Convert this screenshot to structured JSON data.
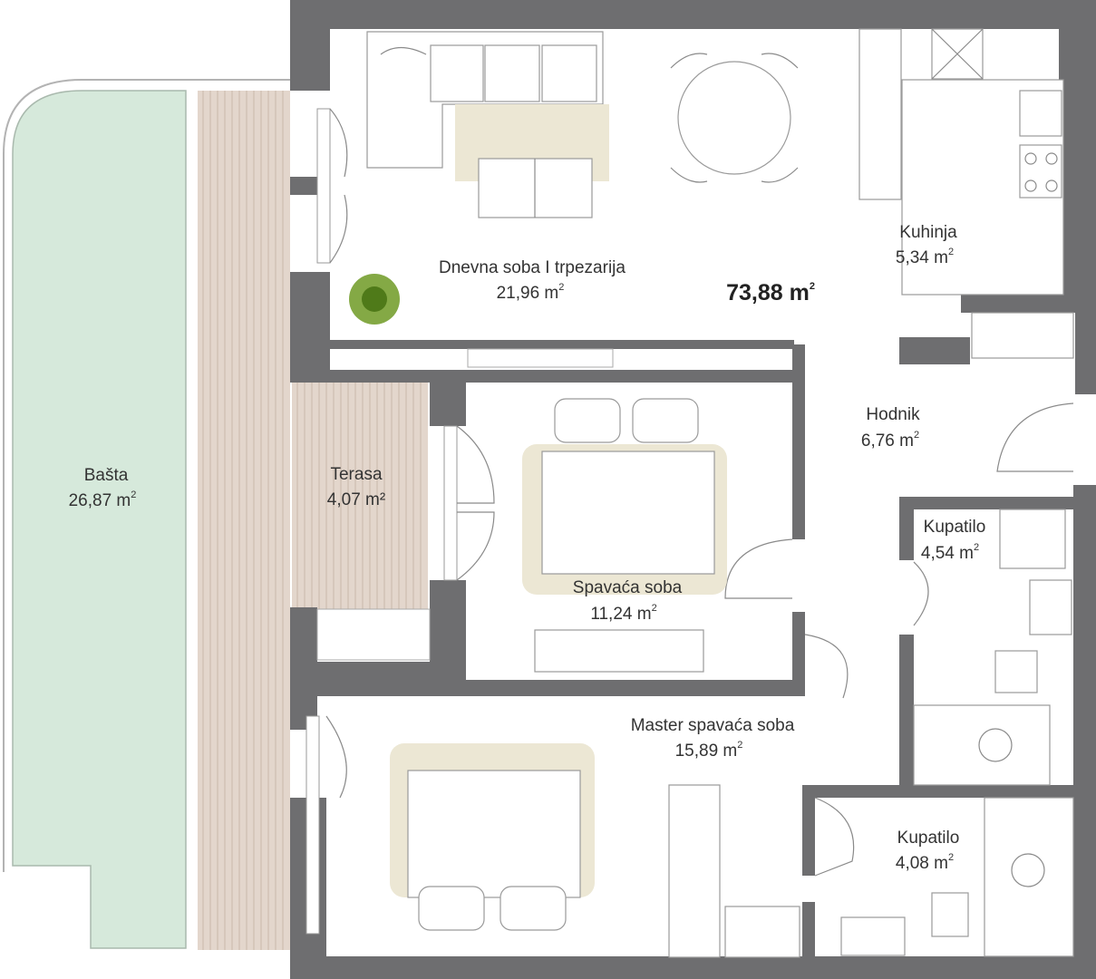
{
  "total_area": {
    "value": "73,88 m",
    "unit_sup": "2"
  },
  "rooms": [
    {
      "id": "living",
      "name": "Dnevna soba I trpezarija",
      "area": "21,96 m",
      "sup": "2"
    },
    {
      "id": "kitchen",
      "name": "Kuhinja",
      "area": "5,34 m",
      "sup": "2"
    },
    {
      "id": "hall",
      "name": "Hodnik",
      "area": "6,76 m",
      "sup": "2"
    },
    {
      "id": "garden",
      "name": "Bašta",
      "area": "26,87 m",
      "sup": "2"
    },
    {
      "id": "terrace",
      "name": "Terasa",
      "area": "4,07 m²",
      "sup": ""
    },
    {
      "id": "bedroom",
      "name": "Spavaća soba",
      "area": "11,24 m",
      "sup": "2"
    },
    {
      "id": "bath1",
      "name": "Kupatilo",
      "area": "4,54 m",
      "sup": "2"
    },
    {
      "id": "master",
      "name": "Master spavaća soba",
      "area": "15,89 m",
      "sup": "2"
    },
    {
      "id": "bath2",
      "name": "Kupatilo",
      "area": "4,08 m",
      "sup": "2"
    }
  ],
  "colors": {
    "wall": "#6e6e70",
    "garden": "#d6e9db",
    "deck": "#e3d6cc",
    "deck_line": "#c9b8aa",
    "rug": "#ece7d4",
    "plant": "#6f9a25"
  }
}
